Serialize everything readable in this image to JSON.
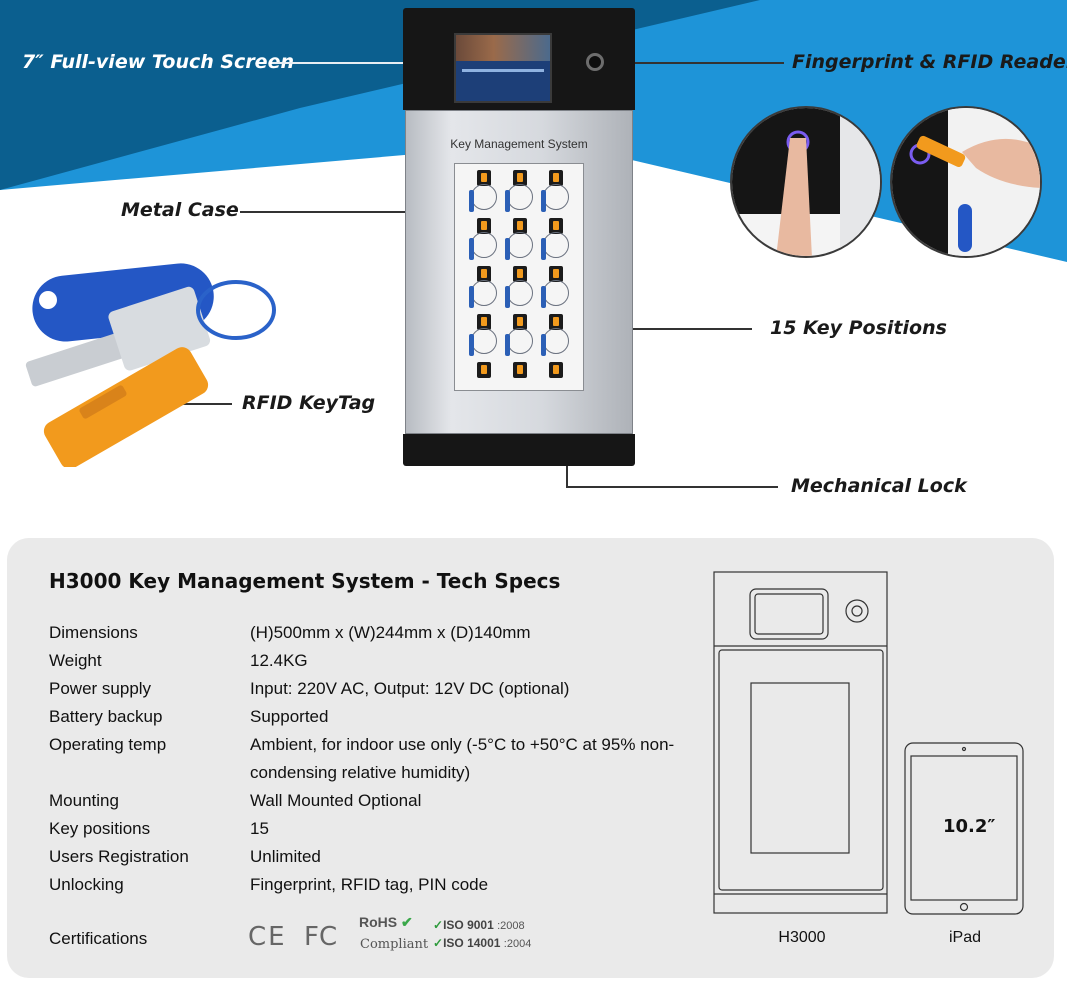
{
  "callouts": {
    "touch_screen": "7″ Full-view Touch Screen",
    "fingerprint": "Fingerprint & RFID Reader",
    "metal_case": "Metal Case",
    "key_positions": "15 Key Positions",
    "keytag": "RFID KeyTag",
    "mechanical_lock": "Mechanical Lock"
  },
  "device": {
    "case_title": "Key Management System"
  },
  "specs": {
    "title": "H3000 Key Management System - Tech Specs",
    "rows": [
      {
        "label": "Dimensions",
        "value": "(H)500mm x (W)244mm x (D)140mm"
      },
      {
        "label": "Weight",
        "value": "12.4KG"
      },
      {
        "label": "Power supply",
        "value": "Input: 220V AC, Output: 12V DC (optional)"
      },
      {
        "label": "Battery backup",
        "value": "Supported"
      },
      {
        "label": "Operating temp",
        "value": "Ambient, for indoor use only (-5°C to +50°C at 95% non-condensing relative humidity)"
      },
      {
        "label": "Mounting",
        "value": "Wall Mounted Optional"
      },
      {
        "label": "Key positions",
        "value": "15"
      },
      {
        "label": "Users Registration",
        "value": "Unlimited"
      },
      {
        "label": "Unlocking",
        "value": "Fingerprint, RFID tag, PIN code"
      }
    ],
    "certifications_label": "Certifications",
    "certs": {
      "ce": "CE",
      "fc": "FC",
      "rohs": "RoHS",
      "rohs_sub": "Compliant",
      "iso1_name": "ISO 9001",
      "iso1_year": ":2008",
      "iso2_name": "ISO 14001",
      "iso2_year": ":2004"
    }
  },
  "diagram": {
    "device_caption": "H3000",
    "ipad_caption": "iPad",
    "ipad_size": "10.2″"
  },
  "colors": {
    "dark_blue": "#0b5f8f",
    "bright_blue": "#1e94d8",
    "panel_gray": "#eaeaea",
    "key_orange": "#f29a1d",
    "tag_blue": "#2457c5"
  }
}
